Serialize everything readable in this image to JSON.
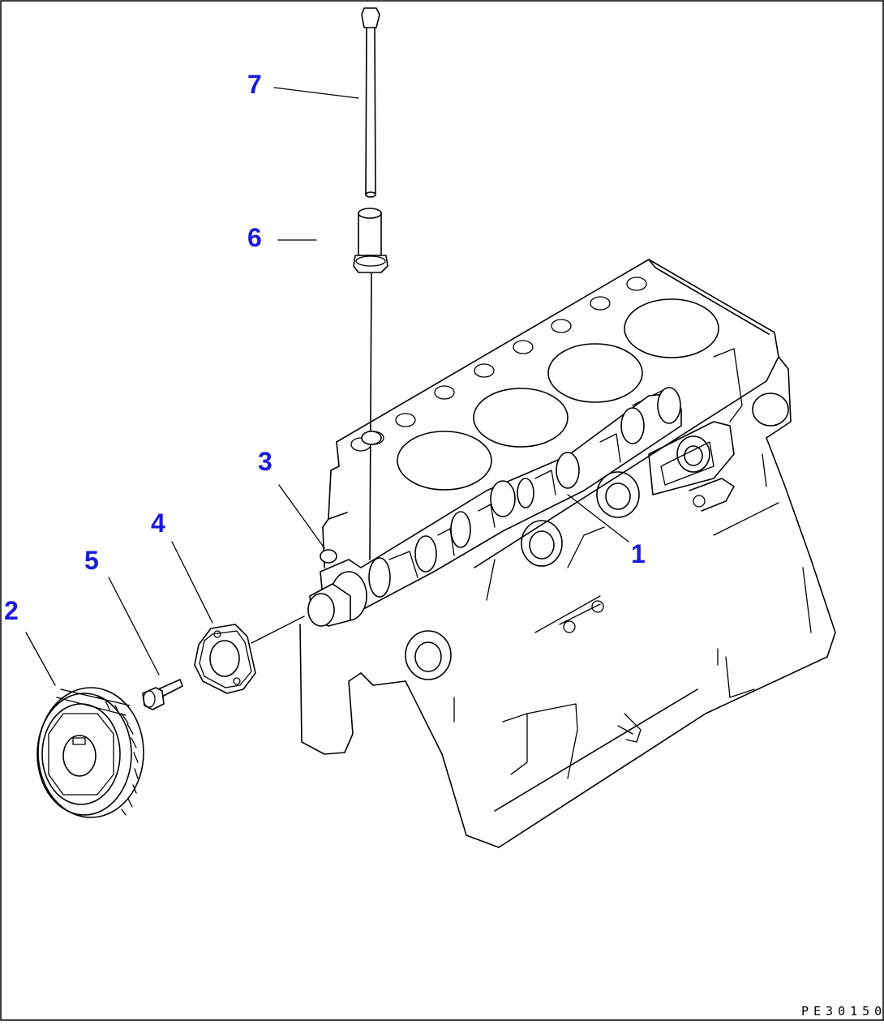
{
  "callouts": {
    "c1": "1",
    "c2": "2",
    "c3": "3",
    "c4": "4",
    "c5": "5",
    "c6": "6",
    "c7": "7"
  },
  "reference_code": "PE30150",
  "colors": {
    "callout": "#1a1adb",
    "line": "#000000",
    "background": "#ffffff"
  }
}
